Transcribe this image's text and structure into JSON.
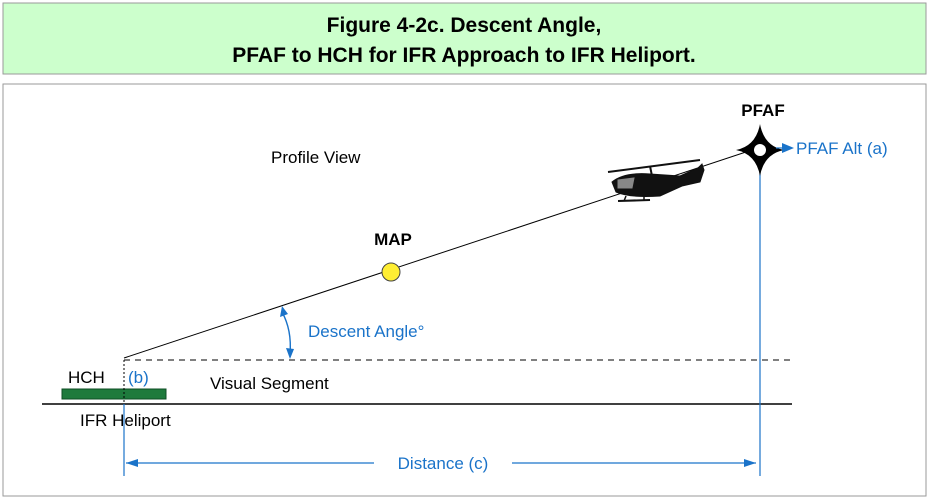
{
  "title": {
    "line1": "Figure 4-2c. Descent Angle,",
    "line2": "PFAF to HCH for IFR Approach to IFR Heliport."
  },
  "labels": {
    "profile_view": "Profile View",
    "pfaf": "PFAF",
    "pfaf_alt": "PFAF Alt (a)",
    "map": "MAP",
    "descent_angle": "Descent Angle°",
    "hch": "HCH",
    "hch_ref": "(b)",
    "visual_segment": "Visual Segment",
    "ifr_heliport": "IFR Heliport",
    "distance": "Distance (c)"
  },
  "colors": {
    "title_band": "#ccffcc",
    "border": "#9a9a9a",
    "accent_blue": "#1a73c9",
    "heliport_pad": "#1e7a3c",
    "map_marker": "#ffee33"
  },
  "icons": {
    "pfaf": "four-point-star-waypoint-icon",
    "map": "circle-marker-icon",
    "aircraft": "helicopter-icon"
  }
}
